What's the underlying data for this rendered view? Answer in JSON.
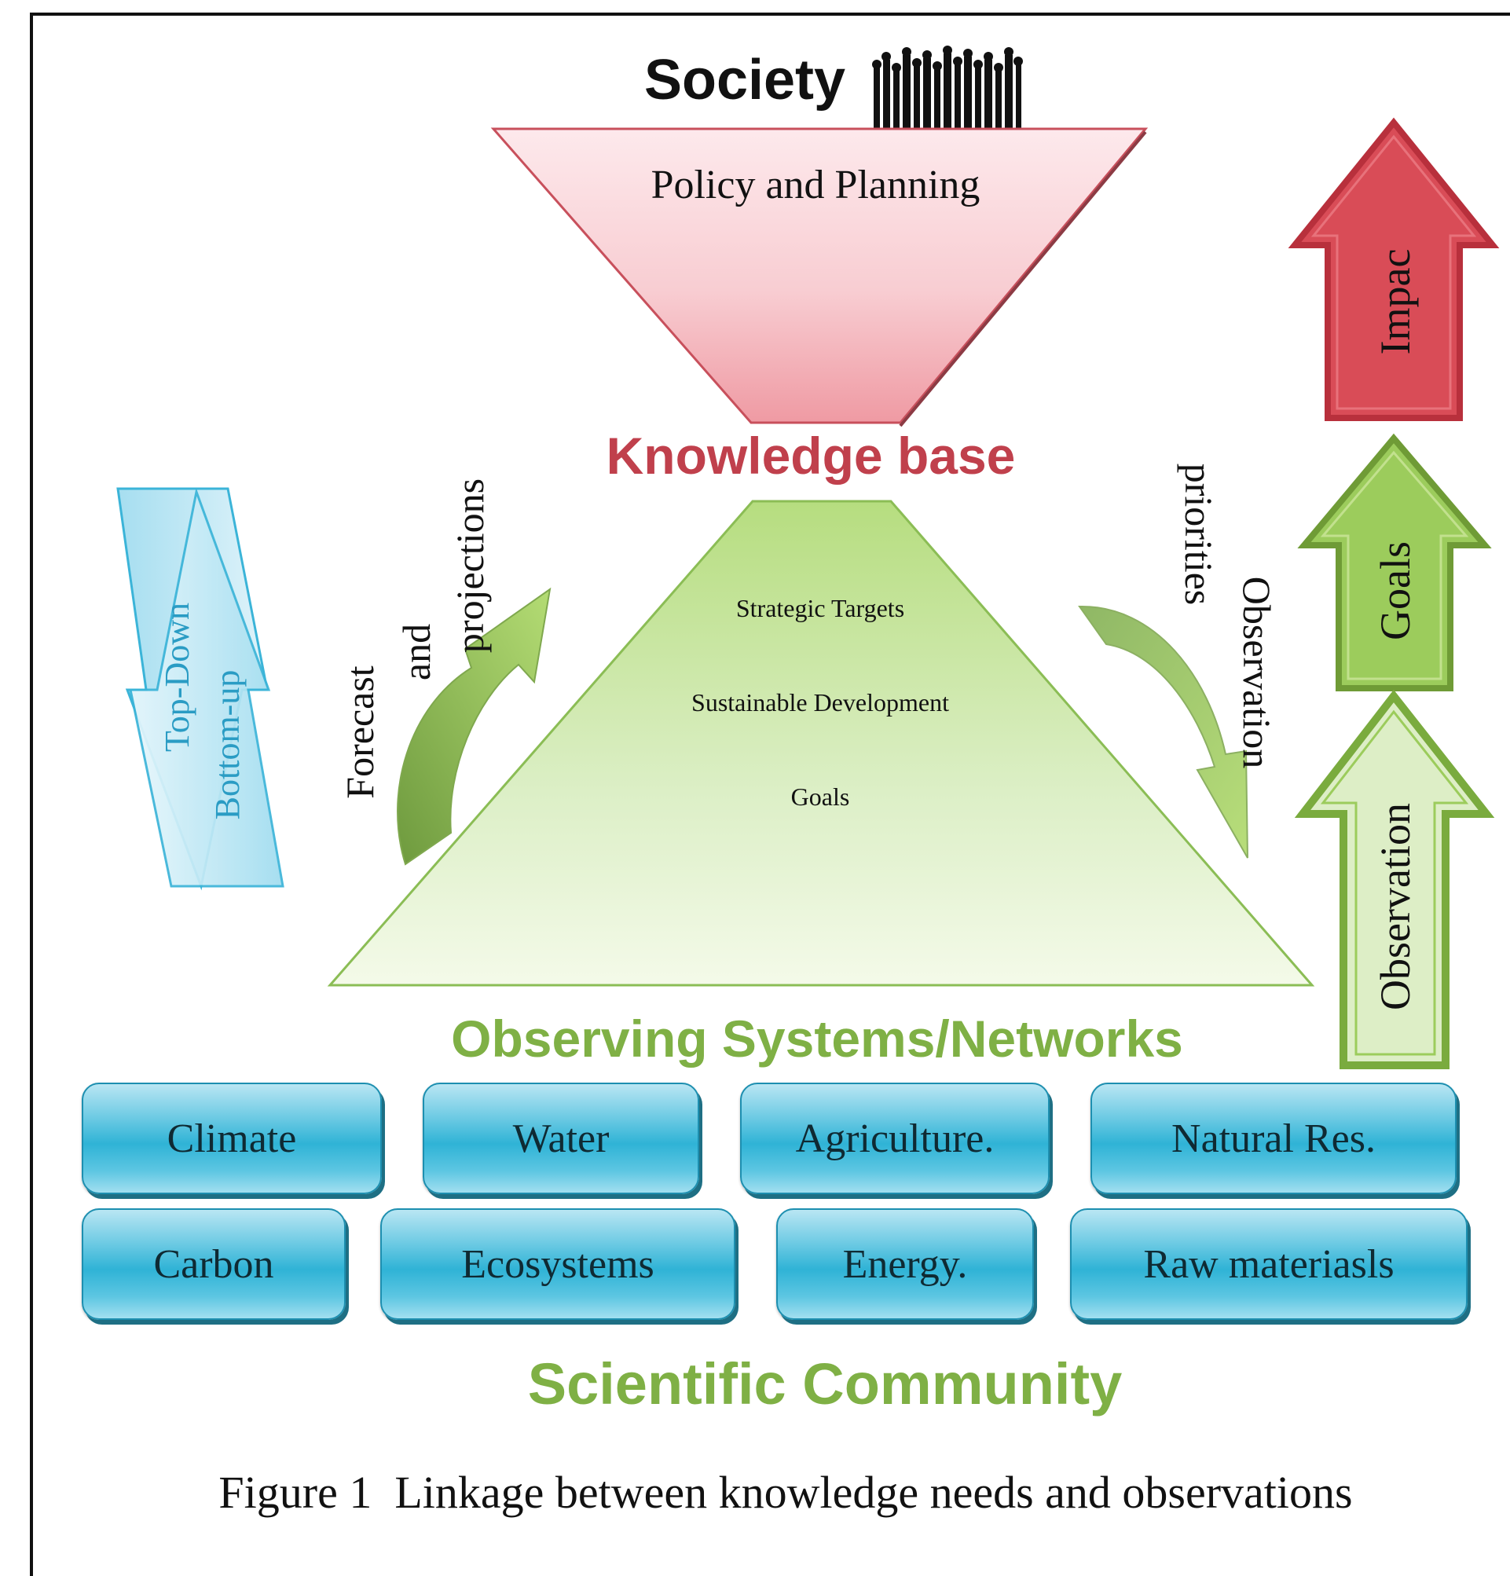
{
  "society": {
    "label": "Society"
  },
  "policy": {
    "label": "Policy and Planning"
  },
  "knowledge_base": {
    "label": "Knowledge base"
  },
  "pyramid": {
    "line1": "Strategic Targets",
    "line2": "Sustainable Development",
    "line3": "Goals"
  },
  "left_arc": {
    "line1": "Forecast",
    "line2": "and",
    "line3": "projections"
  },
  "right_arc": {
    "line1": "Observation",
    "line2": "priorities"
  },
  "side_arrows": {
    "top_down": "Top-Down",
    "bottom_up": "Bottom-up"
  },
  "stack_arrows": {
    "impact": "Impac",
    "goals": "Goals",
    "observation": "Observation"
  },
  "observing": {
    "label": "Observing Systems/Networks"
  },
  "boxes_row1": [
    "Climate",
    "Water",
    "Agriculture.",
    "Natural Res."
  ],
  "boxes_row2": [
    "Carbon",
    "Ecosystems",
    "Energy.",
    "Raw materiasls"
  ],
  "scientific": {
    "label": "Scientific Community"
  },
  "caption": {
    "label": "Figure 1  Linkage between knowledge needs and observations"
  },
  "colors": {
    "funnel": "#f2a8ae",
    "funnel_edge": "#c8505c",
    "pyramid": "#c9e6a3",
    "pyramid_edge": "#8bbd55",
    "knowledge": "#c0404c",
    "green_text": "#7fb045",
    "blue_arrow": "#5fc6e3",
    "red_arrow": "#d94c57",
    "green_arrow": "#9ccc5c"
  }
}
